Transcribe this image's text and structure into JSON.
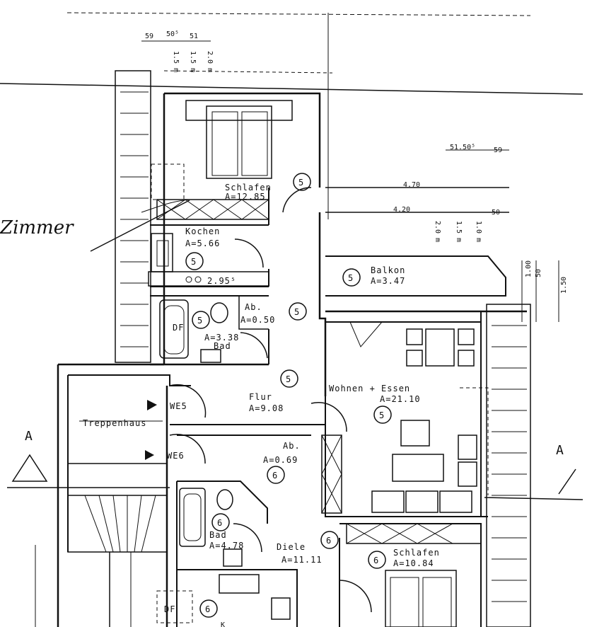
{
  "handwriting": "Zimmer",
  "rooms": {
    "schlafen1": {
      "name": "Schlafen",
      "area": "A=12.85",
      "mark": "5"
    },
    "kochen": {
      "name": "Kochen",
      "area": "A=5.66",
      "mark": "5"
    },
    "bad1": {
      "name": "Bad",
      "area": "A=3.38",
      "mark": "5",
      "df": "DF"
    },
    "ab1": {
      "name": "Ab.",
      "area": "A=0.50",
      "mark": "5"
    },
    "balkon": {
      "name": "Balkon",
      "area": "A=3.47",
      "mark": "5"
    },
    "flur": {
      "name": "Flur",
      "area": "A=9.08",
      "mark": "5"
    },
    "wohnen": {
      "name": "Wohnen + Essen",
      "area": "A=21.10",
      "mark": "5"
    },
    "treppenhaus": {
      "name": "Treppenhaus"
    },
    "we5": "WE5",
    "we6": "WE6",
    "ab2": {
      "name": "Ab.",
      "area": "A=0.69",
      "mark": "6"
    },
    "bad2": {
      "name": "Bad",
      "area": "A=4.78",
      "mark": "6"
    },
    "diele": {
      "name": "Diele",
      "area": "A=11.11",
      "mark": "6"
    },
    "schlafen2": {
      "name": "Schlafen",
      "area": "A=10.84",
      "mark": "6"
    },
    "df2": {
      "name": "DF",
      "mark": "6"
    },
    "kochen2_partial": "K"
  },
  "dims": {
    "top_59": "59",
    "top_505": "50⁵",
    "top_51": "51",
    "v1": "1.5 m",
    "v2": "1.5 m",
    "v3": "2.0 m",
    "d_295": "2.95⁵",
    "d_51505": "51.50⁵",
    "d_59": "59",
    "d_470": "4.70",
    "d_420": "4.20",
    "d_50": "50",
    "v_20": "2.0 m",
    "v_15": "1.5 m",
    "v_10": "1.0 m",
    "r_100": "1.00",
    "r_50": "50",
    "r_150": "1.50"
  },
  "section": "A"
}
